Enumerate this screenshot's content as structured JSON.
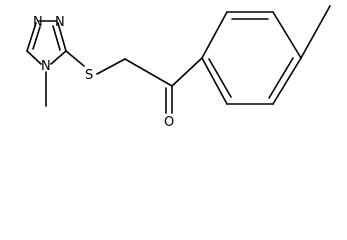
{
  "molecule": {
    "atoms": {
      "N1": "N",
      "N2": "N",
      "N4": "N",
      "S": "S",
      "O": "O"
    }
  },
  "colors": {
    "bond": "#000000",
    "label": "#000000",
    "background": "#ffffff"
  }
}
